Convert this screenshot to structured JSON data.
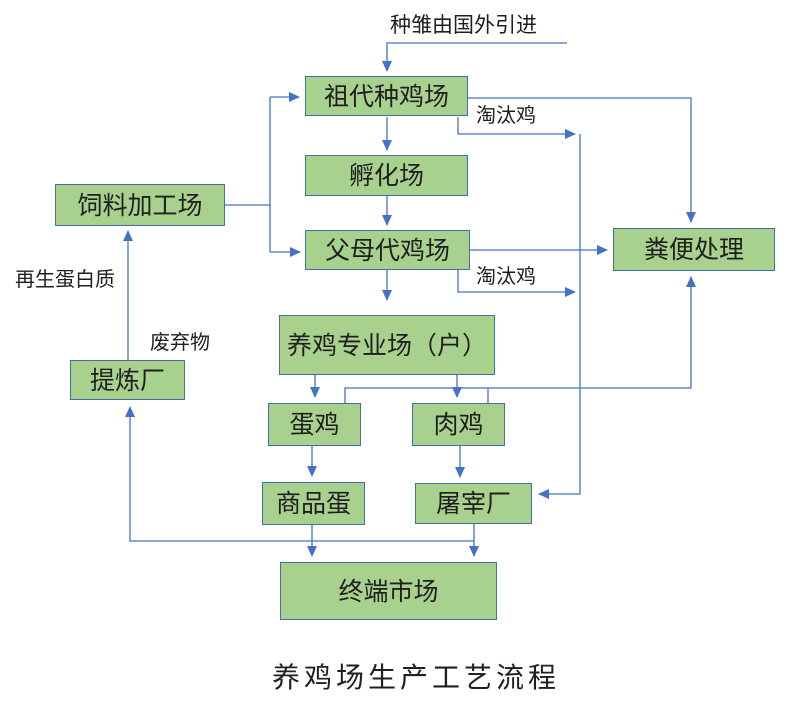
{
  "diagram": {
    "source_note": "种雏由国外引进",
    "title": "养鸡场生产工艺流程",
    "colors": {
      "node_fill": "#a9d18e",
      "node_border": "#41719c",
      "arrow_line": "#4472c4",
      "text": "#1f1f1f",
      "background": "#ffffff"
    },
    "nodes": {
      "grandparent_farm": {
        "label": "祖代种鸡场"
      },
      "hatchery": {
        "label": "孵化场"
      },
      "parent_farm": {
        "label": "父母代鸡场"
      },
      "feed_plant": {
        "label": "饲料加工场"
      },
      "manure_treatment": {
        "label": "粪便处理"
      },
      "specialized_farm": {
        "label": "养鸡专业场（户）"
      },
      "layer_hens": {
        "label": "蛋鸡"
      },
      "broilers": {
        "label": "肉鸡"
      },
      "commercial_eggs": {
        "label": "商品蛋"
      },
      "slaughterhouse": {
        "label": "屠宰厂"
      },
      "refinery": {
        "label": "提炼厂"
      },
      "terminal_market": {
        "label": "终端市场"
      }
    },
    "edge_labels": {
      "culled_chickens_top": "淘汰鸡",
      "culled_chickens_bottom": "淘汰鸡",
      "regenerated_protein": "再生蛋白质",
      "waste": "废弃物"
    }
  }
}
